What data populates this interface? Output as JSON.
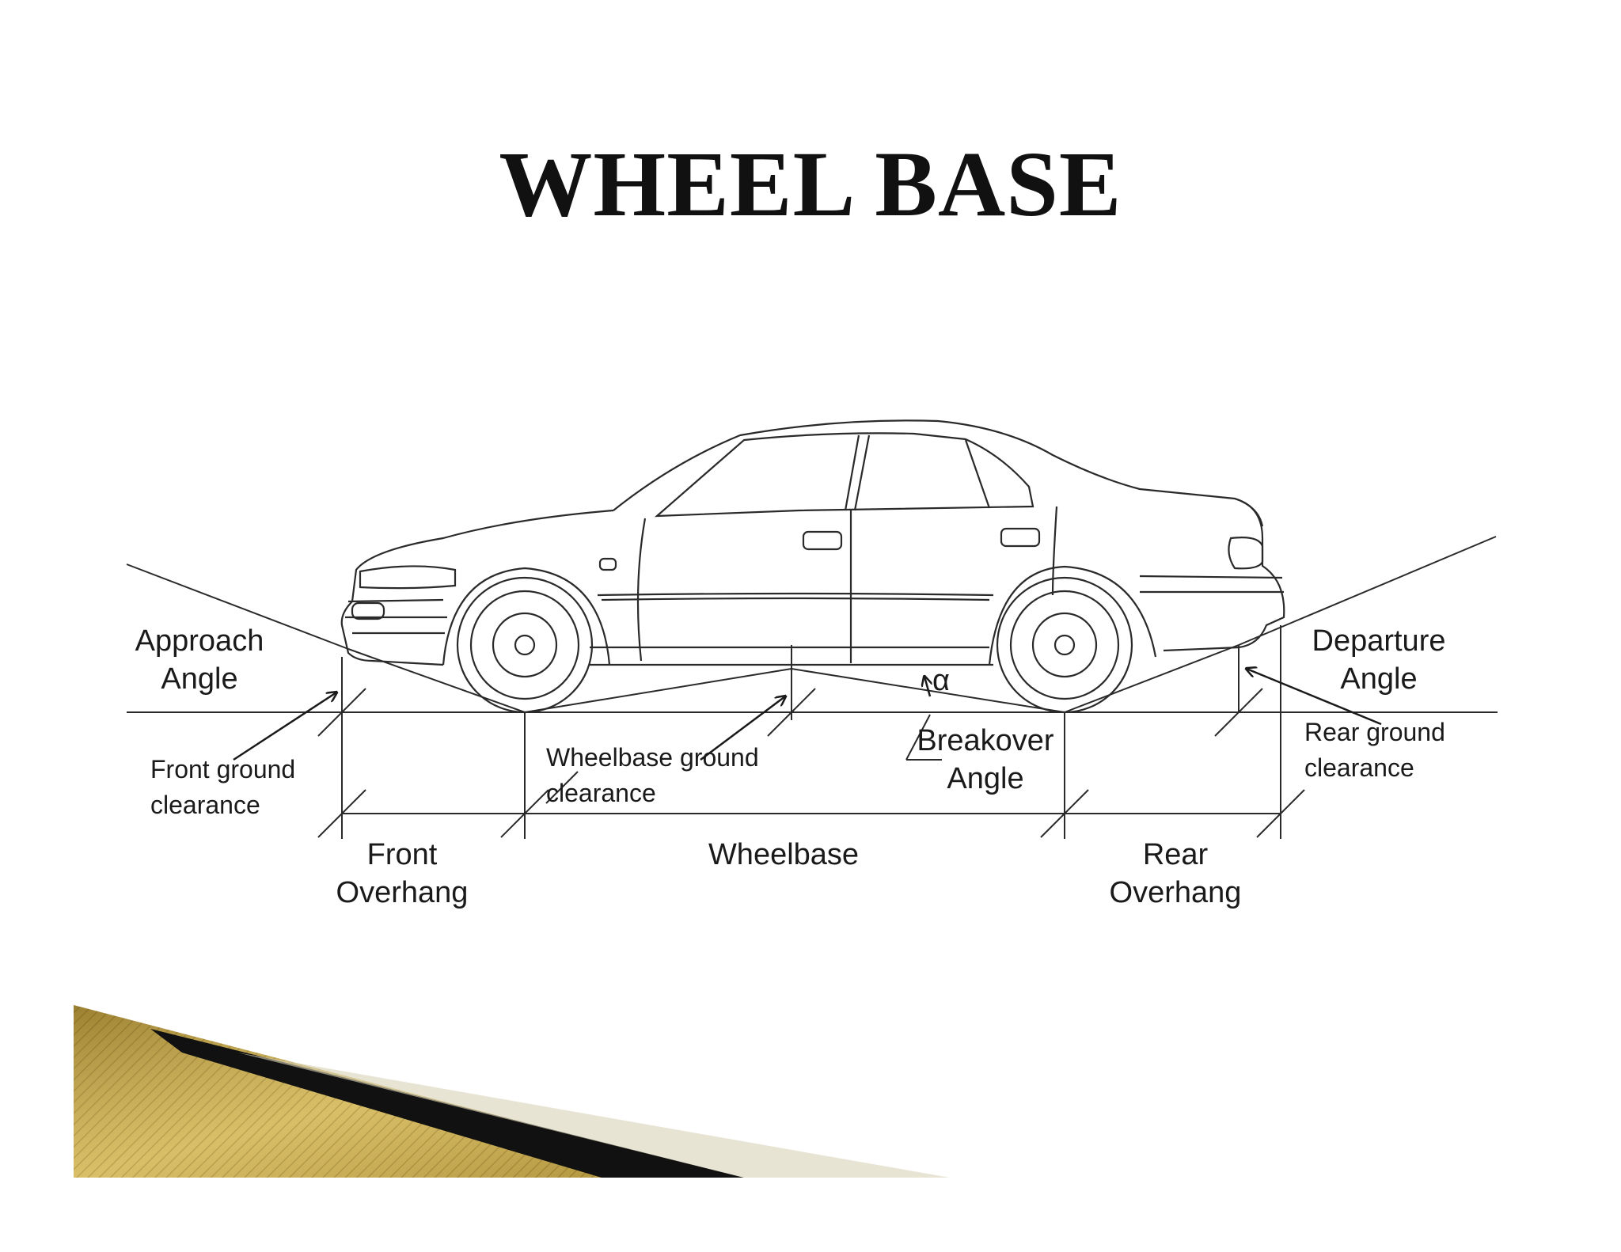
{
  "title": "WHEEL BASE",
  "labels": {
    "approach_angle": [
      "Approach",
      "Angle"
    ],
    "departure_angle": [
      "Departure",
      "Angle"
    ],
    "breakover_angle": [
      "Breakover",
      "Angle"
    ],
    "alpha": "α",
    "front_ground_clearance": [
      "Front ground",
      "clearance"
    ],
    "wheelbase_ground_clearance": [
      "Wheelbase ground",
      "clearance"
    ],
    "rear_ground_clearance": [
      "Rear ground",
      "clearance"
    ],
    "front_overhang": [
      "Front",
      "Overhang"
    ],
    "wheelbase": "Wheelbase",
    "rear_overhang": [
      "Rear",
      "Overhang"
    ]
  },
  "colors": {
    "line": "#2a2a2a",
    "gold_light": "#e6cf7a",
    "gold_dark": "#8c7222",
    "chevron": "#111111"
  }
}
